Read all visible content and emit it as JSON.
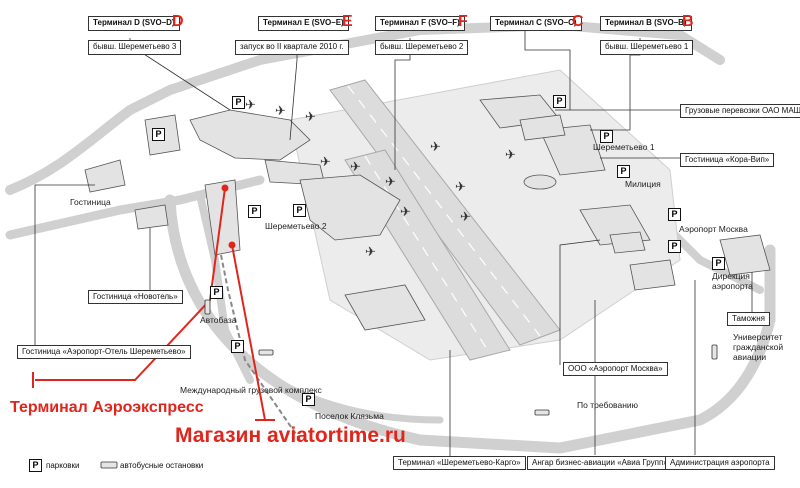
{
  "terminals": [
    {
      "key": "d",
      "name": "Терминал D (SVO–D)",
      "note": "бывш. Шереметьево 3",
      "letter": "D"
    },
    {
      "key": "e",
      "name": "Терминал E (SVO–E)",
      "note": "запуск во II квартале 2010 г.",
      "letter": "E"
    },
    {
      "key": "f",
      "name": "Терминал F (SVO–F)",
      "note": "бывш. Шереметьево 2",
      "letter": "F"
    },
    {
      "key": "c",
      "name": "Терминал C (SVO–C)",
      "note": "",
      "letter": "C"
    },
    {
      "key": "b",
      "name": "Терминал B (SVO–B)",
      "note": "бывш. Шереметьево 1",
      "letter": "B"
    }
  ],
  "labels": {
    "cargo_mash": "Грузовые перевозки ОАО МАШ",
    "sheremetyevo1": "Шереметьево 1",
    "hotel_kora": "Гостиница «Кора-Вип»",
    "militsiya": "Милиция",
    "airport_moscow": "Аэропорт Москва",
    "directorate": "Дирекция\nаэропорта",
    "customs": "Таможня",
    "university": "Университет\nгражданской\nавиации",
    "hotel": "Гостиница",
    "sheremetyevo2": "Шереметьево 2",
    "hotel_novotel": "Гостиница «Новотель»",
    "autobase": "Автобаза",
    "hotel_airport": "Гостиница «Аэропорт-Отель Шереметьево»",
    "cargo_complex": "Международный грузовой комплекс",
    "poselok": "Поселок Клязьма",
    "on_demand": "По требованию",
    "ooo_moscow": "ООО «Аэропорт Москва»",
    "terminal_cargo": "Терминал «Шереметьево-Карго»",
    "hangar": "Ангар бизнес-авиации «Авиа Групп»",
    "admin": "Администрация аэропорта"
  },
  "annotations": {
    "aeroexpress": "Терминал Аэроэкспресс",
    "shop": "Магазин aviatortime.ru"
  },
  "legend": {
    "parking_symbol": "P",
    "parking": "парковки",
    "bus": "автобусные остановки"
  },
  "parking_symbol": "P",
  "colors": {
    "accent_red": "#e0261c",
    "road": "#cfcfcf",
    "building": "#e6e6e6",
    "runway": "#dedede"
  }
}
